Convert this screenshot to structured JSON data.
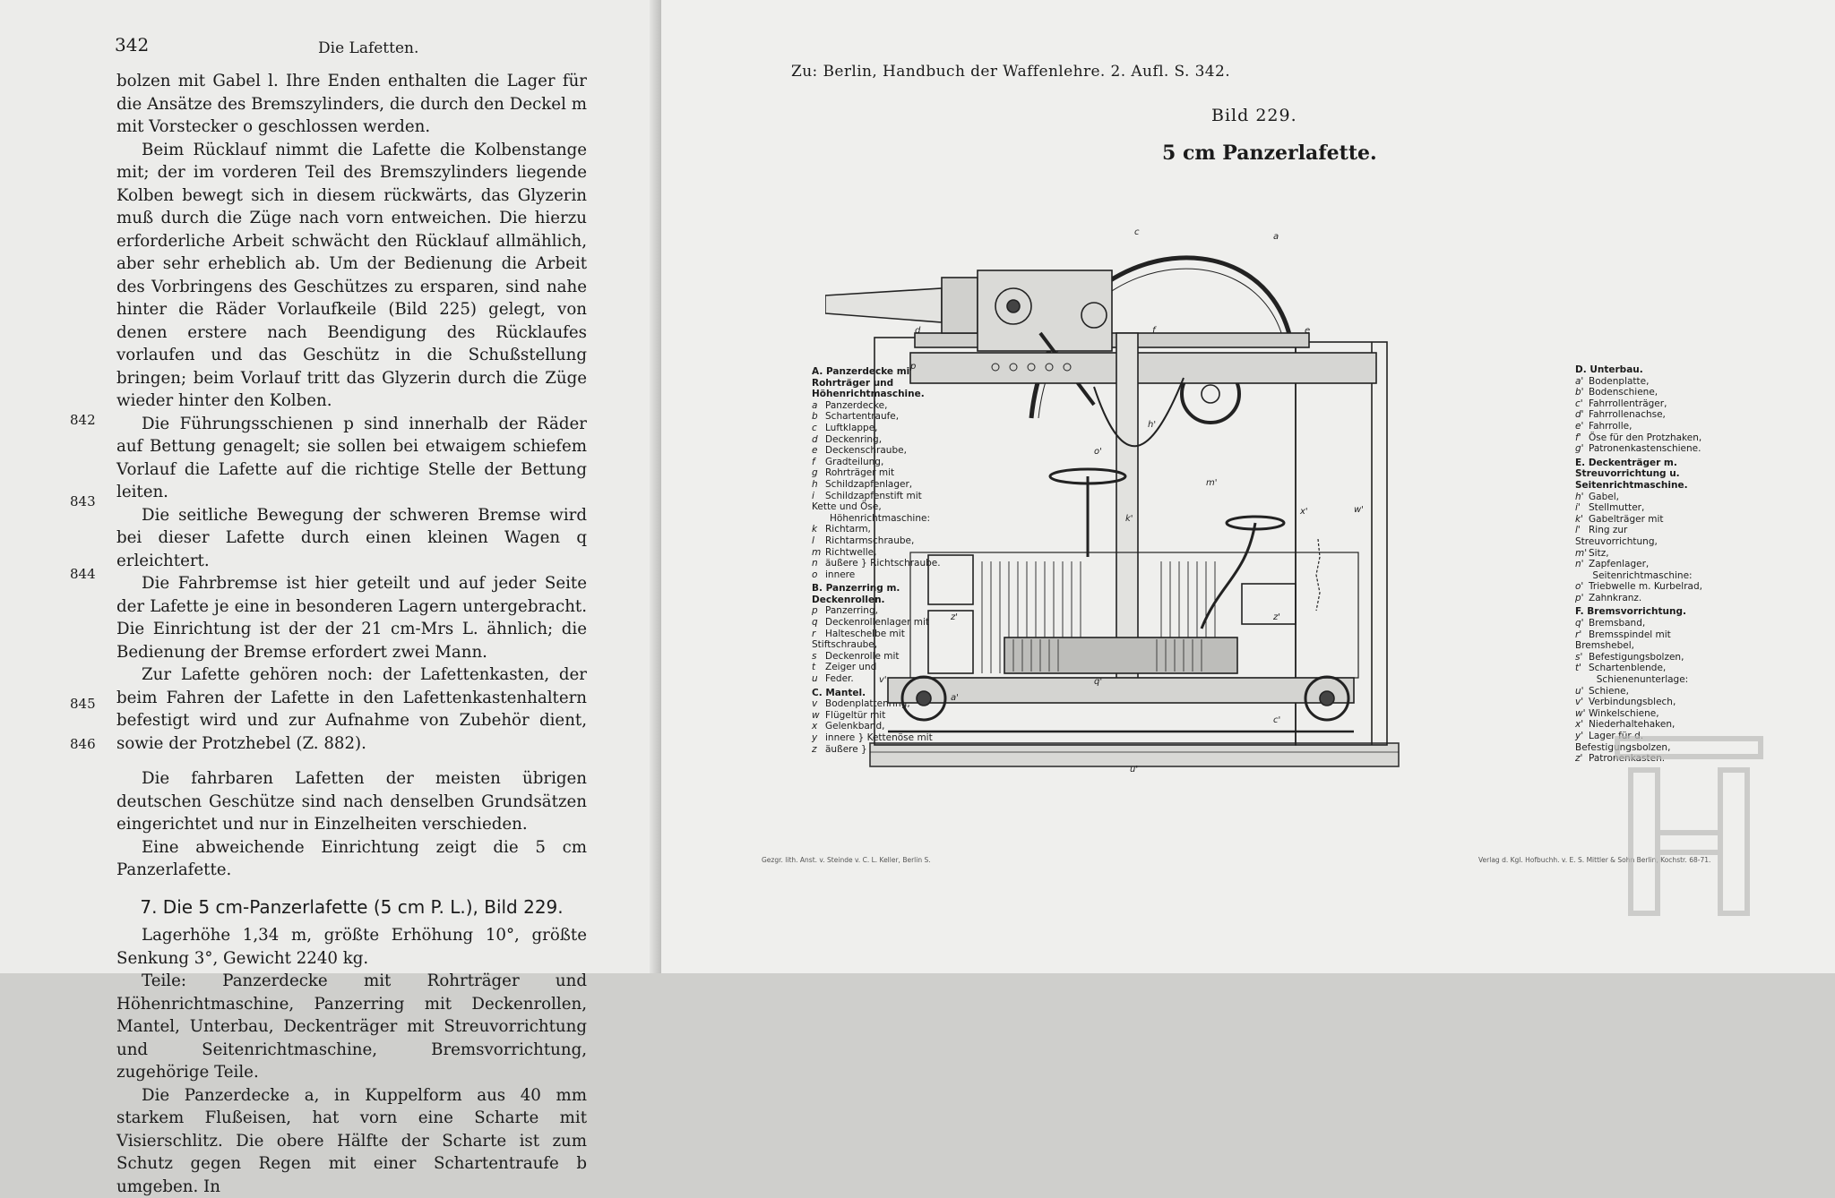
{
  "left_page": {
    "page_number": "342",
    "running_head": "Die Lafetten.",
    "paragraphs": [
      "bolzen mit Gabel l. Ihre Enden enthalten die Lager für die Ansätze des Bremszylinders, die durch den Deckel m mit Vorstecker o geschlossen werden.",
      "Beim Rücklauf nimmt die Lafette die Kolbenstange mit; der im vorderen Teil des Bremszylinders liegende Kolben bewegt sich in diesem rückwärts, das Glyzerin muß durch die Züge nach vorn entweichen. Die hierzu erforderliche Arbeit schwächt den Rücklauf allmählich, aber sehr erheblich ab. Um der Bedienung die Arbeit des Vorbringens des Geschützes zu ersparen, sind nahe hinter die Räder Vorlaufkeile (Bild 225) gelegt, von denen erstere nach Beendigung des Rücklaufes vorlaufen und das Geschütz in die Schußstellung bringen; beim Vorlauf tritt das Glyzerin durch die Züge wieder hinter den Kolben.",
      "Die Führungsschienen p sind innerhalb der Räder auf Bettung genagelt; sie sollen bei etwaigem schiefem Vorlauf die Lafette auf die richtige Stelle der Bettung leiten.",
      "Die seitliche Bewegung der schweren Bremse wird bei dieser Lafette durch einen kleinen Wagen q erleichtert.",
      "Die Fahrbremse ist hier geteilt und auf jeder Seite der Lafette je eine in besonderen Lagern untergebracht. Die Einrichtung ist der der 21 cm-Mrs L. ähnlich; die Bedienung der Bremse erfordert zwei Mann.",
      "Zur Lafette gehören noch: der Lafettenkasten, der beim Fahren der Lafette in den Lafettenkastenhaltern befestigt wird und zur Aufnahme von Zubehör dient, sowie der Protzhebel (Z. 882).",
      "Die fahrbaren Lafetten der meisten übrigen deutschen Geschütze sind nach denselben Grundsätzen eingerichtet und nur in Einzelheiten verschieden.",
      "Eine abweichende Einrichtung zeigt die 5 cm Panzerlafette."
    ],
    "section_heading": "7. Die 5 cm-Panzerlafette (5 cm P. L.), Bild 229.",
    "paragraphs_after": [
      "Lagerhöhe 1,34 m, größte Erhöhung 10°, größte Senkung 3°, Gewicht 2240 kg.",
      "Teile: Panzerdecke mit Rohrträger und Höhenrichtmaschine, Panzerring mit Deckenrollen, Mantel, Unterbau, Deckenträger mit Streuvorrichtung und Seitenrichtmaschine, Bremsvorrichtung, zugehörige Teile.",
      "Die Panzerdecke a, in Kuppelform aus 40 mm starkem Flußeisen, hat vorn eine Scharte mit Visierschlitz. Die obere Hälfte der Scharte ist zum Schutz gegen Regen mit einer Schartentraufe b umgeben. In"
    ],
    "margin_numbers": [
      "842",
      "843",
      "844",
      "845",
      "846"
    ]
  },
  "right_page": {
    "header": "Zu: Berlin, Handbuch der Waffenlehre. 2. Aufl. S. 342.",
    "figure_number": "Bild 229.",
    "figure_title": "5 cm Panzerlafette.",
    "legend_left": [
      {
        "kind": "hd",
        "text": "A. Panzerdecke mit Rohrträger und Höhenrichtmaschine."
      },
      {
        "kind": "it",
        "key": "a",
        "text": "Panzerdecke,"
      },
      {
        "kind": "it",
        "key": "b",
        "text": "Schartentraufe,"
      },
      {
        "kind": "it",
        "key": "c",
        "text": "Luftklappe,"
      },
      {
        "kind": "it",
        "key": "d",
        "text": "Deckenring,"
      },
      {
        "kind": "it",
        "key": "e",
        "text": "Deckenschraube,"
      },
      {
        "kind": "it",
        "key": "f",
        "text": "Gradteilung,"
      },
      {
        "kind": "it",
        "key": "g",
        "text": "Rohrträger mit"
      },
      {
        "kind": "it",
        "key": "h",
        "text": "Schildzapfenlager,"
      },
      {
        "kind": "it",
        "key": "i",
        "text": "Schildzapfenstift mit Kette und Öse,"
      },
      {
        "kind": "sub",
        "text": "Höhenrichtmaschine:"
      },
      {
        "kind": "it",
        "key": "k",
        "text": "Richtarm,"
      },
      {
        "kind": "it",
        "key": "l",
        "text": "Richtarmschraube,"
      },
      {
        "kind": "it",
        "key": "m",
        "text": "Richtwelle,"
      },
      {
        "kind": "it",
        "key": "n",
        "text": "äußere } Richtschraube."
      },
      {
        "kind": "it",
        "key": "o",
        "text": "innere"
      },
      {
        "kind": "hd",
        "text": "B. Panzerring m. Deckenrollen."
      },
      {
        "kind": "it",
        "key": "p",
        "text": "Panzerring,"
      },
      {
        "kind": "it",
        "key": "q",
        "text": "Deckenrollenlager mit"
      },
      {
        "kind": "it",
        "key": "r",
        "text": "Halteschelbe mit Stiftschraube,"
      },
      {
        "kind": "it",
        "key": "s",
        "text": "Deckenrolle mit"
      },
      {
        "kind": "it",
        "key": "t",
        "text": "Zeiger und"
      },
      {
        "kind": "it",
        "key": "u",
        "text": "Feder."
      },
      {
        "kind": "hd",
        "text": "C. Mantel."
      },
      {
        "kind": "it",
        "key": "v",
        "text": "Bodenplattenring,"
      },
      {
        "kind": "it",
        "key": "w",
        "text": "Flügeltür mit"
      },
      {
        "kind": "it",
        "key": "x",
        "text": "Gelenkband,"
      },
      {
        "kind": "it",
        "key": "y",
        "text": "innere } Kettenöse mit"
      },
      {
        "kind": "it",
        "key": "z",
        "text": "äußere } Kette."
      }
    ],
    "legend_right": [
      {
        "kind": "hd",
        "text": "D. Unterbau."
      },
      {
        "kind": "it",
        "key": "a'",
        "text": "Bodenplatte,"
      },
      {
        "kind": "it",
        "key": "b'",
        "text": "Bodenschiene,"
      },
      {
        "kind": "it",
        "key": "c'",
        "text": "Fahrrollenträger,"
      },
      {
        "kind": "it",
        "key": "d'",
        "text": "Fahrrollenachse,"
      },
      {
        "kind": "it",
        "key": "e'",
        "text": "Fahrrolle,"
      },
      {
        "kind": "it",
        "key": "f'",
        "text": "Öse für den Protzhaken,"
      },
      {
        "kind": "it",
        "key": "g'",
        "text": "Patronenkastenschiene."
      },
      {
        "kind": "hd",
        "text": "E. Deckenträger m. Streuvorrichtung u. Seitenrichtmaschine."
      },
      {
        "kind": "it",
        "key": "h'",
        "text": "Gabel,"
      },
      {
        "kind": "it",
        "key": "i'",
        "text": "Stellmutter,"
      },
      {
        "kind": "it",
        "key": "k'",
        "text": "Gabelträger mit"
      },
      {
        "kind": "it",
        "key": "l'",
        "text": "Ring zur Streuvorrichtung,"
      },
      {
        "kind": "it",
        "key": "m'",
        "text": "Sitz,"
      },
      {
        "kind": "it",
        "key": "n'",
        "text": "Zapfenlager,"
      },
      {
        "kind": "sub",
        "text": "Seitenrichtmaschine:"
      },
      {
        "kind": "it",
        "key": "o'",
        "text": "Triebwelle m. Kurbelrad,"
      },
      {
        "kind": "it",
        "key": "p'",
        "text": "Zahnkranz."
      },
      {
        "kind": "hd",
        "text": "F. Bremsvorrichtung."
      },
      {
        "kind": "it",
        "key": "q'",
        "text": "Bremsband,"
      },
      {
        "kind": "it",
        "key": "r'",
        "text": "Bremsspindel mit Bremshebel,"
      },
      {
        "kind": "it",
        "key": "s'",
        "text": "Befestigungsbolzen,"
      },
      {
        "kind": "it",
        "key": "t'",
        "text": "Schartenblende,"
      },
      {
        "kind": "sub",
        "text": "Schienenunterlage:"
      },
      {
        "kind": "it",
        "key": "u'",
        "text": "Schiene,"
      },
      {
        "kind": "it",
        "key": "v'",
        "text": "Verbindungsblech,"
      },
      {
        "kind": "it",
        "key": "w'",
        "text": "Winkelschiene,"
      },
      {
        "kind": "it",
        "key": "x'",
        "text": "Niederhaltehaken,"
      },
      {
        "kind": "it",
        "key": "y'",
        "text": "Lager für d. Befestigungsbolzen,"
      },
      {
        "kind": "it",
        "key": "z'",
        "text": "Patronenkasten."
      }
    ],
    "footer_left": "Gezgr. lith. Anst. v. Steinde v. C. L. Keller, Berlin S.",
    "footer_right": "Verlag d. Kgl. Hofbuchh. v. E. S. Mittler & Sohn Berlin, Kochstr. 68-71."
  },
  "colors": {
    "paper": "#ecece9",
    "ink": "#1b1b1b",
    "gutter": "#a9a9a7"
  }
}
